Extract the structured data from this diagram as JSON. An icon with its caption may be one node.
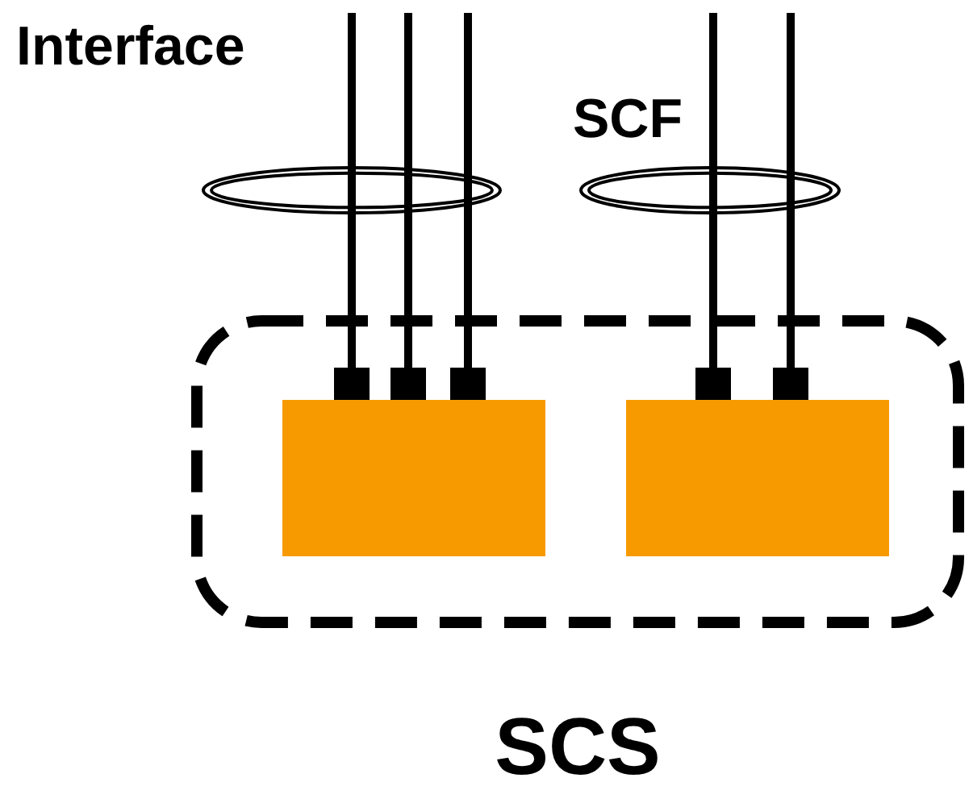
{
  "diagram": {
    "nodes": [
      {
        "text": [
          "SCS"
        ]
      },
      {
        "text": [],
        "shape": "box",
        "in": 0
      },
      {
        "text": [],
        "shape": "box",
        "in": 0
      }
    ],
    "edges": [
      {
        "from": null,
        "to": 1,
        "arrow": "other"
      },
      {
        "from": null,
        "to": 1,
        "arrow": "other"
      },
      {
        "from": null,
        "to": 1,
        "arrow": "other"
      },
      {
        "from": null,
        "to": 2,
        "arrow": "other"
      },
      {
        "from": null,
        "to": 2,
        "arrow": "other"
      }
    ],
    "labels": [
      "Interface",
      "SCF"
    ]
  }
}
